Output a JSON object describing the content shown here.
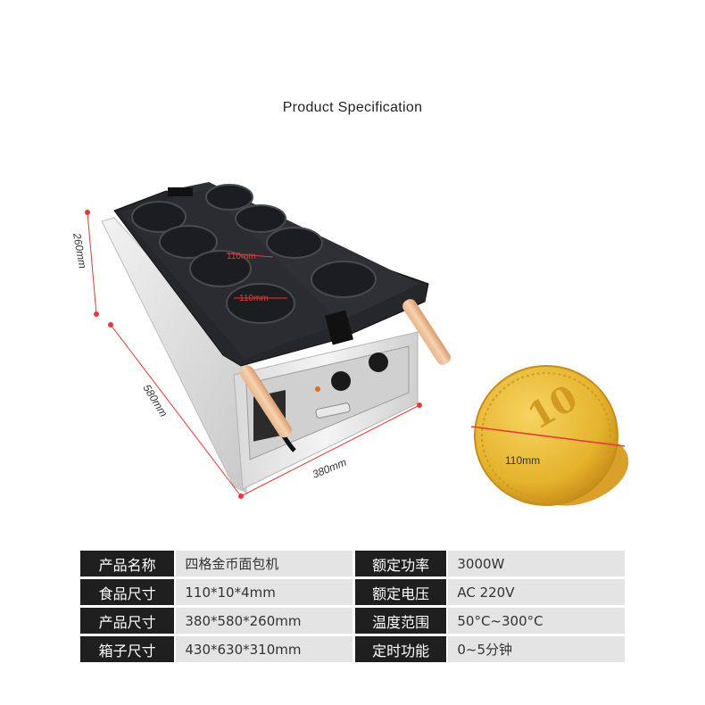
{
  "page": {
    "title": "Product Specification"
  },
  "dimensions": {
    "height": "260mm",
    "depth": "580mm",
    "width": "380mm",
    "food_diameter": "110mm",
    "mold_height": "110mm",
    "mold_width": "110mm"
  },
  "specs": [
    {
      "label": "产品名称",
      "value": "四格金币面包机",
      "label2": "额定功率",
      "value2": "3000W"
    },
    {
      "label": "食品尺寸",
      "value": "110*10*4mm",
      "label2": "额定电压",
      "value2": "AC 220V"
    },
    {
      "label": "产品尺寸",
      "value": "380*580*260mm",
      "label2": "温度范围",
      "value2": "50°C~300°C"
    },
    {
      "label": "箱子尺寸",
      "value": "430*630*310mm",
      "label2": "定时功能",
      "value2": "0~5分钟"
    }
  ]
}
